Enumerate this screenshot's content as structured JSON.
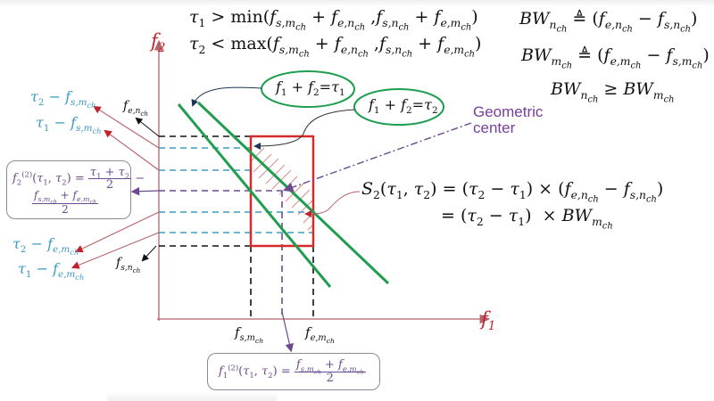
{
  "diagram": {
    "axes": {
      "x_label": "f1",
      "y_label": "f2"
    },
    "top_constraints": [
      {
        "id": "tau1",
        "text": "τ1 > min(f_{s,m_ch} + f_{e,n_ch}, f_{s,n_ch} + f_{e,m_ch})"
      },
      {
        "id": "tau2",
        "text": "τ2 < max(f_{s,m_ch} + f_{e,n_ch}, f_{s,n_ch} + f_{e,m_ch})"
      }
    ],
    "bandwidth_defs": [
      {
        "id": "bw_n",
        "text": "BW_{n_ch} ≜ (f_{e,n_ch} − f_{s,n_ch})"
      },
      {
        "id": "bw_m",
        "text": "BW_{m_ch} ≜ (f_{e,m_ch} − f_{s,m_ch})"
      },
      {
        "id": "bw_cmp",
        "text": "BW_{n_ch} ≥ BW_{m_ch}"
      }
    ],
    "ellipse_labels": {
      "line1": "f1 + f2=τ1",
      "line2": "f1 + f2=τ2"
    },
    "geometric_center_label": [
      "Geometric",
      "center"
    ],
    "area_formula": {
      "line1": "S2(τ1,τ2) = (τ2 − τ1) × (f_{e,n_ch} − f_{s,n_ch})",
      "line2": "= (τ2 − τ1) × BW_{m_ch}"
    },
    "y_axis_annotations": [
      {
        "id": "tau2_minus_fsm",
        "text": "τ2 − f_{s,m_ch}",
        "color": "#3d9bc4"
      },
      {
        "id": "tau1_minus_fsm",
        "text": "τ1 − f_{s,m_ch}",
        "color": "#3d9bc4"
      },
      {
        "id": "fen",
        "text": "f_{e,n_ch}",
        "color": "#111111"
      },
      {
        "id": "tau2_minus_fem",
        "text": "τ2 − f_{e,m_ch}",
        "color": "#3d9bc4"
      },
      {
        "id": "tau1_minus_fem",
        "text": "τ1 − f_{e,m_ch}",
        "color": "#3d9bc4"
      },
      {
        "id": "fsn",
        "text": "f_{s,n_ch}",
        "color": "#111111"
      }
    ],
    "x_axis_annotations": [
      {
        "id": "fsm",
        "text": "f_{s,m_ch}"
      },
      {
        "id": "fem",
        "text": "f_{e,m_ch}"
      }
    ],
    "f2_center_formula": "f2^(2)(τ1,τ2) = (τ1 + τ2)/2 − (f_{s,m_ch} + f_{e,m_ch})/2",
    "f1_center_formula": "f1^(2)(τ1,τ2) = (f_{s,m_ch} + f_{e,m_ch})/2",
    "colors": {
      "axis": "#b5636b",
      "rectangle": "#d42a2a",
      "constraint_lines": "#1f9e4f",
      "dashed_black": "#111111",
      "dashed_blue": "#3d9bc4",
      "dashed_purple": "#6b4a8f",
      "hatch": "#d98a8a",
      "cyan_text": "#3d9bc4",
      "purple_text": "#7a3d9e"
    }
  }
}
